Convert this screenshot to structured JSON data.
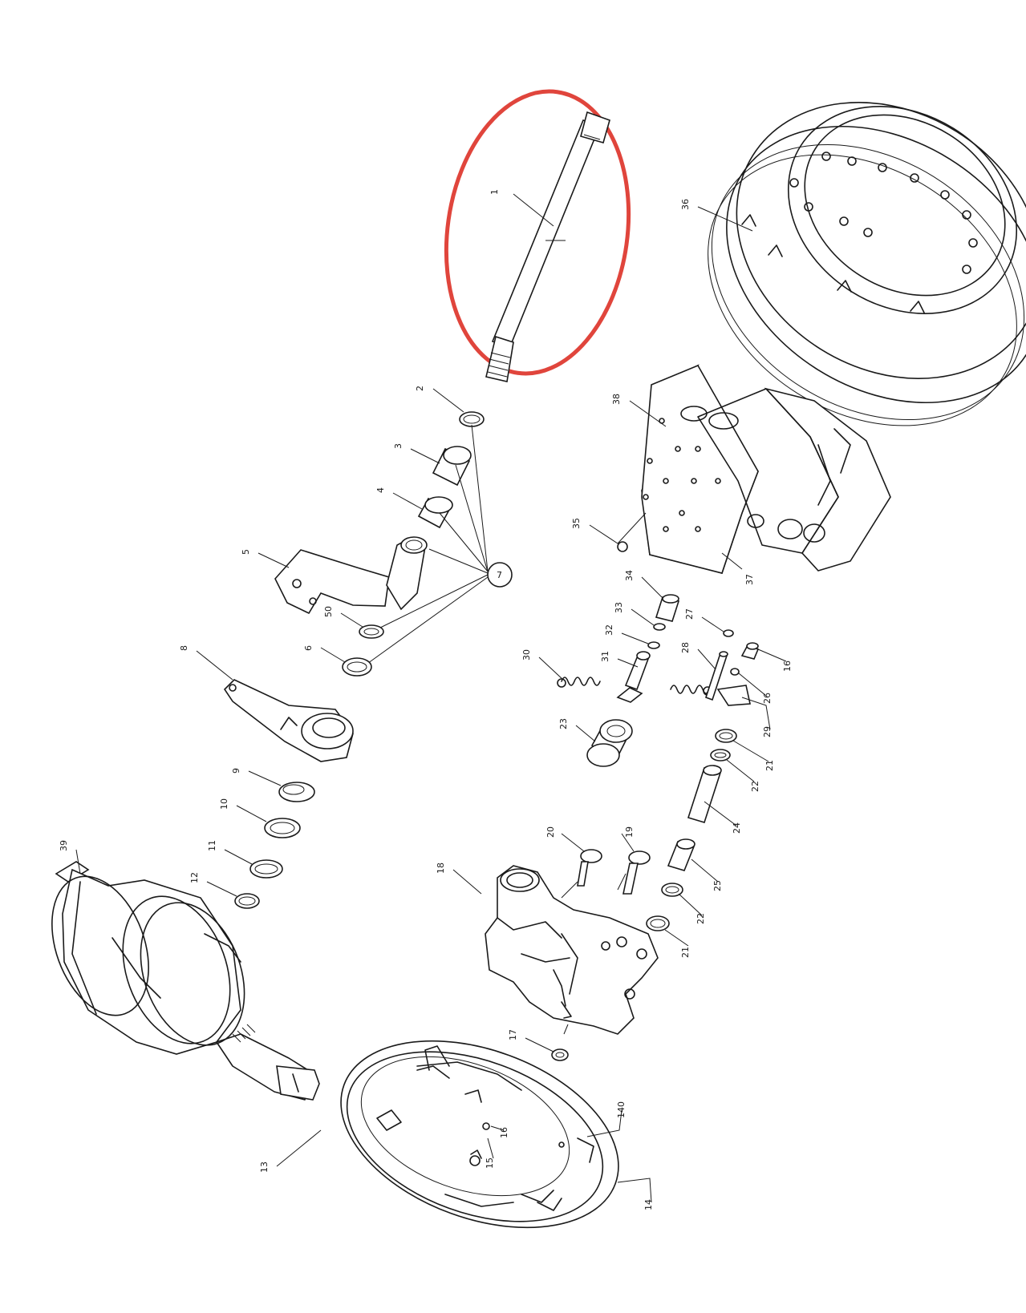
{
  "labels": {
    "camshaft": "1",
    "ring_2": "2",
    "bush_3": "3",
    "bush_4": "4",
    "bracket_5": "5",
    "washer_6": "6",
    "group_7": "7",
    "adjuster_8": "8",
    "washer_9": "9",
    "washer_10": "10",
    "washer_11": "11",
    "ring_12": "12",
    "backing_plate_13": "13",
    "plate_14": "14",
    "rivet_15": "15",
    "bolt_16a": "16",
    "nut_17": "17",
    "spider_18": "18",
    "bolt_19": "19",
    "bolt_20": "20",
    "washer_21a": "21",
    "washer_21b": "21",
    "washer_22a": "22",
    "washer_22b": "22",
    "roller_23": "23",
    "pin_24": "24",
    "bush_25": "25",
    "clip_26": "26",
    "clip_27": "27",
    "pin_28": "28",
    "plate_29": "29",
    "spring_30": "30",
    "pin_31": "31",
    "clip_32": "32",
    "clip_33": "33",
    "roller_34": "34",
    "rivet_35": "35",
    "drum_36": "36",
    "shoe_37": "37",
    "lining_38": "38",
    "chamber_39": "39",
    "washer_50": "50",
    "bolt_16b": "16",
    "pin_140": "140"
  },
  "colors": {
    "line": "#1a1a1a",
    "highlight": "#e0453c",
    "background": "#ffffff"
  }
}
